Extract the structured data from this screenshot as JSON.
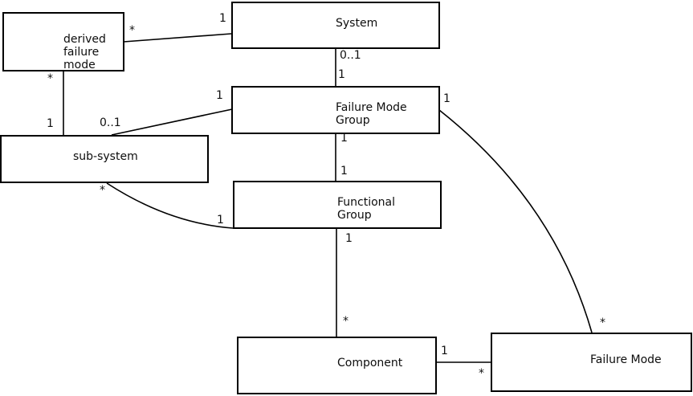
{
  "diagram": {
    "type": "uml-association-diagram",
    "background_color": "#ffffff",
    "line_color": "#000000",
    "text_color": "#0d0d0d",
    "entities": {
      "derived_failure_mode": {
        "label": "derived\nfailure\nmode"
      },
      "system": {
        "label": "System"
      },
      "failure_mode_group": {
        "label": "Failure Mode\nGroup"
      },
      "sub_system": {
        "label": "sub-system"
      },
      "functional_group": {
        "label": "Functional\nGroup"
      },
      "component": {
        "label": "Component"
      },
      "failure_mode": {
        "label": "Failure Mode"
      }
    },
    "relations": [
      {
        "from": "system",
        "to": "derived_failure_mode",
        "from_mult": "1",
        "to_mult": "*"
      },
      {
        "from": "derived_failure_mode",
        "to": "sub_system",
        "from_mult": "*",
        "to_mult": "1"
      },
      {
        "from": "system",
        "to": "failure_mode_group",
        "from_mult": "0..1",
        "to_mult": "1"
      },
      {
        "from": "failure_mode_group",
        "to": "sub_system",
        "from_mult": "1",
        "to_mult": "0..1"
      },
      {
        "from": "failure_mode_group",
        "to": "functional_group",
        "from_mult": "1",
        "to_mult": "1"
      },
      {
        "from": "sub_system",
        "to": "functional_group",
        "from_mult": "*",
        "to_mult": "1"
      },
      {
        "from": "functional_group",
        "to": "component",
        "from_mult": "1",
        "to_mult": "*"
      },
      {
        "from": "failure_mode_group",
        "to": "failure_mode",
        "from_mult": "1",
        "to_mult": "*"
      },
      {
        "from": "component",
        "to": "failure_mode",
        "from_mult": "1",
        "to_mult": "*"
      }
    ]
  }
}
